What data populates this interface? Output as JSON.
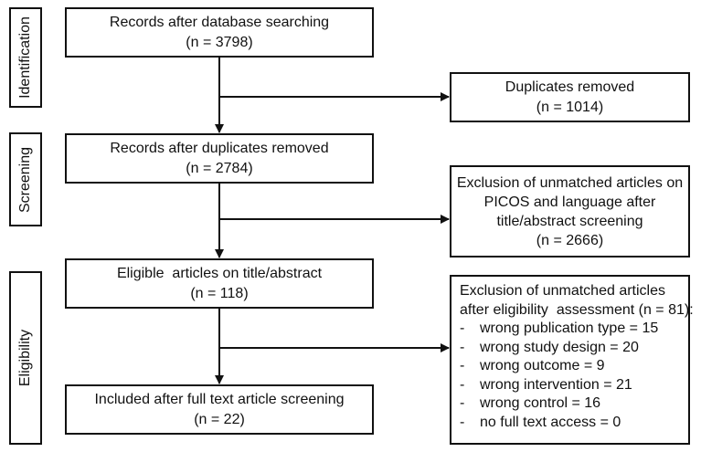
{
  "phases": {
    "identification": "Identification",
    "screening": "Screening",
    "eligibility": "Eligibility"
  },
  "boxes": {
    "records_db": {
      "line1": "Records after database searching",
      "line2": "(n = 3798)"
    },
    "duplicates_removed": {
      "line1": "Duplicates removed",
      "line2": "(n = 1014)"
    },
    "records_after_dup": {
      "line1": "Records after duplicates removed",
      "line2": "(n = 2784)"
    },
    "exclusion_picos": {
      "line1": "Exclusion of unmatched articles on",
      "line2": "PICOS and language after",
      "line3": "title/abstract screening",
      "line4": "(n = 2666)"
    },
    "eligible": {
      "line1": "Eligible  articles on title/abstract",
      "line2": "(n = 118)"
    },
    "exclusion_eligibility": {
      "line1": "Exclusion of unmatched articles",
      "line2": "after eligibility  assessment (n = 81):",
      "items": [
        "wrong publication type = 15",
        "wrong study design = 20",
        "wrong outcome = 9",
        "wrong intervention = 21",
        "wrong control = 16",
        "no full text access = 0"
      ]
    },
    "included": {
      "line1": "Included after full text article screening",
      "line2": "(n = 22)"
    }
  }
}
